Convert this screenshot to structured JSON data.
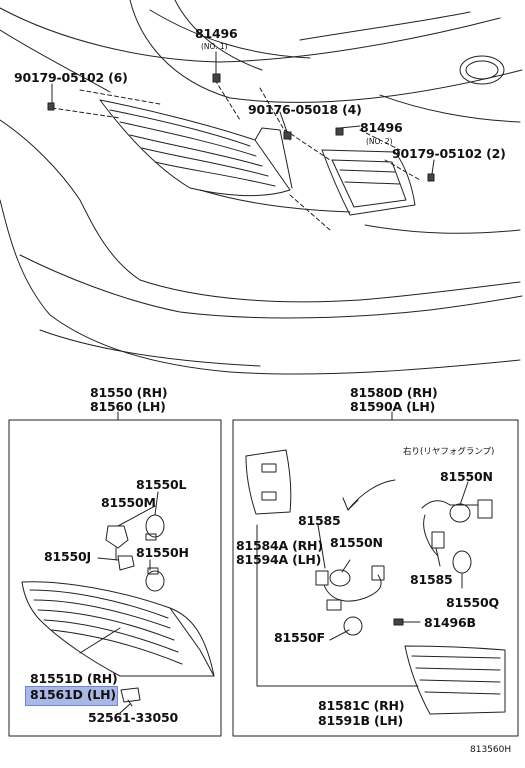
{
  "labels": {
    "p81496_no1": "81496",
    "p81496_no1_sub": "(NO. 1)",
    "p90179_left": "90179-05102 (6)",
    "p90176": "90176-05018 (4)",
    "p81496_no2": "81496",
    "p81496_no2_sub": "(NO. 2)",
    "p90179_right": "90179-05102 (2)",
    "left_group_rh": "81550 (RH)",
    "left_group_lh": "81560 (LH)",
    "right_group_rh": "81580D (RH)",
    "right_group_lh": "81590A (LH)",
    "p81550L": "81550L",
    "p81550M": "81550M",
    "p81550J": "81550J",
    "p81550H": "81550H",
    "p81551D": "81551D (RH)",
    "p81561D": "81561D (LH)",
    "p52561": "52561-33050",
    "right_note": "右り(リヤフォグランプ)",
    "p81550N_right": "81550N",
    "p81585_top": "81585",
    "p81584A": "81584A (RH)",
    "p81594A": "81594A (LH)",
    "p81550N_mid": "81550N",
    "p81585_right": "81585",
    "p81550Q": "81550Q",
    "p81550F": "81550F",
    "p81496B": "81496B",
    "p81581C": "81581C (RH)",
    "p81591B": "81591B (LH)",
    "figure_code": "813560H"
  },
  "highlight_color": "#a9b8e6"
}
